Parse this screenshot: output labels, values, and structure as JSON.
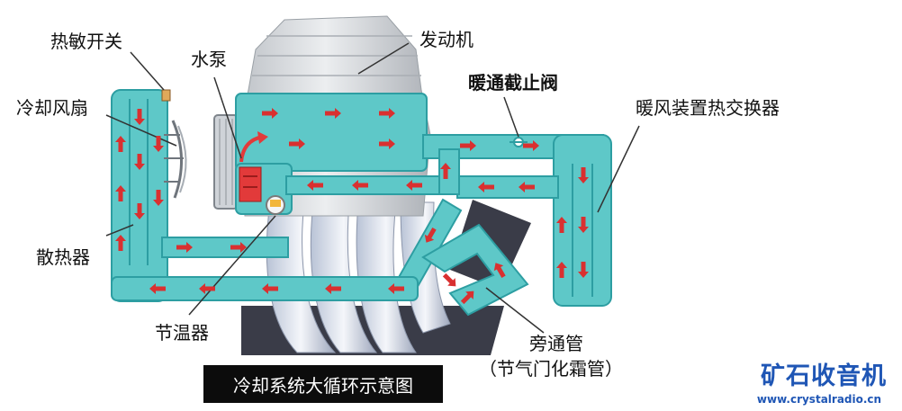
{
  "labels": {
    "thermo_switch": "热敏开关",
    "cooling_fan": "冷却风扇",
    "water_pump": "水泵",
    "engine": "发动机",
    "heater_valve": "暖通截止阀",
    "heater_core": "暖风装置热交换器",
    "radiator": "散热器",
    "thermostat": "节温器",
    "bypass_pipe": "旁通管",
    "bypass_note": "（节气门化霜管）"
  },
  "caption": "冷却系统大循环示意图",
  "brand": {
    "name": "矿石收音机",
    "url": "www.crystalradio.cn"
  },
  "colors": {
    "coolant": "#5ec8c8",
    "coolant_edge": "#2d9ea2",
    "flow_arrow": "#d93030",
    "engine_body": "#d8dadd",
    "engine_dark": "#3a3c48",
    "pump": "#e23a3a",
    "thermostat_valve": "#f2b63a",
    "brand": "#1f56b5"
  }
}
